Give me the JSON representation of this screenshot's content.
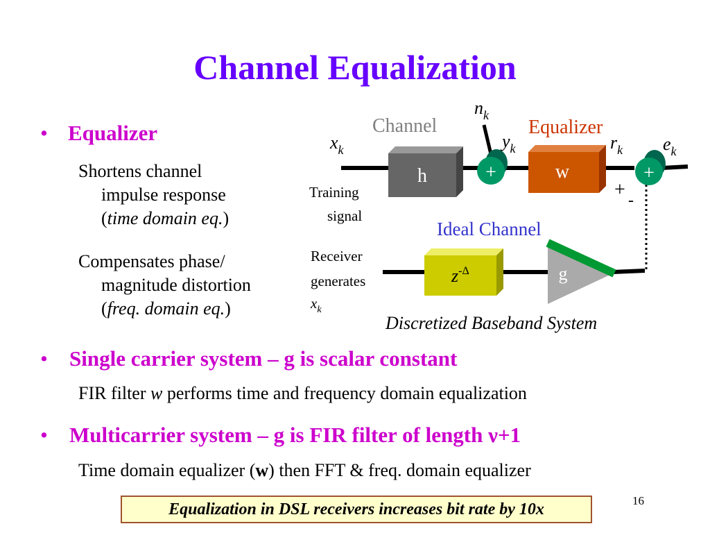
{
  "slide": {
    "title": "Channel Equalization",
    "page_number": "16",
    "bullets": [
      {
        "text": "Equalizer",
        "subitems": [
          {
            "line1": "Shortens channel",
            "line2": "impulse response",
            "paren_open": "(",
            "italic": "time domain eq.",
            "paren_close": ")"
          },
          {
            "line1": "Compensates phase/",
            "line2": "magnitude distortion",
            "paren_open": "(",
            "italic": "freq. domain eq.",
            "paren_close": ")"
          }
        ]
      },
      {
        "text": "Single carrier system – g is scalar constant",
        "sub": {
          "before": "FIR filter ",
          "italic": "w",
          "after": " performs time and frequency domain equalization"
        }
      },
      {
        "text_before": "Multicarrier system – g is FIR filter of length ",
        "nu": "ν",
        "text_after": "+1",
        "sub": {
          "before": "Time domain equalizer (",
          "bold": "w",
          "after": ")  then FFT & freq. domain equalizer"
        }
      }
    ],
    "callout": "Equalization in DSL receivers increases bit rate by 10x"
  },
  "diagram": {
    "channel_label": "Channel",
    "equalizer_label": "Equalizer",
    "ideal_channel_label": "Ideal Channel",
    "caption": "Discretized Baseband System",
    "h_block": "h",
    "w_block": "w",
    "g_block": "g",
    "delay_z": "z",
    "delay_exp": "-Δ",
    "plus": "+",
    "minus": "-",
    "n_var": "n",
    "n_sub": "k",
    "x_var": "x",
    "x_sub": "k",
    "y_var": "y",
    "y_sub": "k",
    "r_var": "r",
    "r_sub": "k",
    "e_var": "e",
    "e_sub": "k",
    "training_line1": "Training",
    "training_line2": "signal",
    "receiver_line1": "Receiver",
    "receiver_line2": "generates",
    "receiver_x": "x",
    "receiver_xsub": "k",
    "colors": {
      "title": "#6600ff",
      "bullet": "#cc00cc",
      "channel_label": "#808080",
      "equalizer_label": "#cc3300",
      "ideal_channel_label": "#3333cc",
      "h_block": "#666666",
      "w_block": "#cc5500",
      "delay_block": "#cccc00",
      "g_block": "#aaaaaa",
      "g_stripe": "#009933",
      "adder": "#009966",
      "callout_fill": "#ffffcc",
      "callout_border": "#a0522d"
    }
  }
}
